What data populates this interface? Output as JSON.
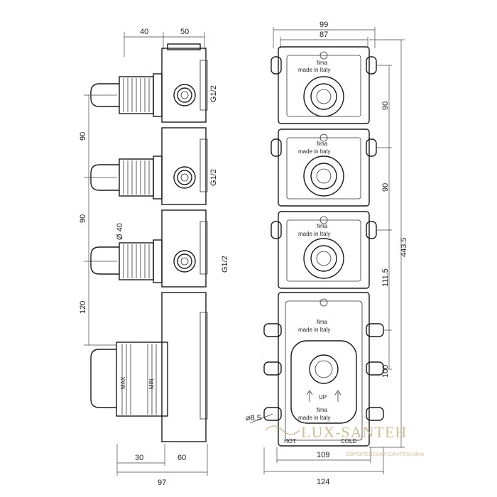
{
  "side_view": {
    "dims": {
      "top_left": "40",
      "top_right": "50",
      "pitch_1": "90",
      "pitch_2": "90",
      "pitch_3": "120",
      "bottom_left": "30",
      "bottom_right": "60",
      "bottom_total": "97",
      "diameter": "Ø 40"
    },
    "threads": [
      "G1/2",
      "G1/2",
      "G1/2"
    ],
    "thermostat": {
      "max": "MAX",
      "min": "MIN"
    }
  },
  "front_view": {
    "dims": {
      "top_outer": "99",
      "top_inner": "87",
      "pitch_1": "90",
      "pitch_2": "90",
      "pitch_3": "111.5",
      "pitch_4": "100",
      "total_height": "443.5",
      "hole": "8.5",
      "bottom_inner": "109",
      "bottom_total": "124"
    },
    "brand": "fima",
    "origin": "made in Italy",
    "arrow_label": "UP",
    "hot_label": "HOT",
    "cold_label": "COLD"
  },
  "watermark": {
    "name": "LUX-SANTEH",
    "subtitle": "ЕВРОПЕЙСКАЯ САНТЕХНИКА"
  }
}
